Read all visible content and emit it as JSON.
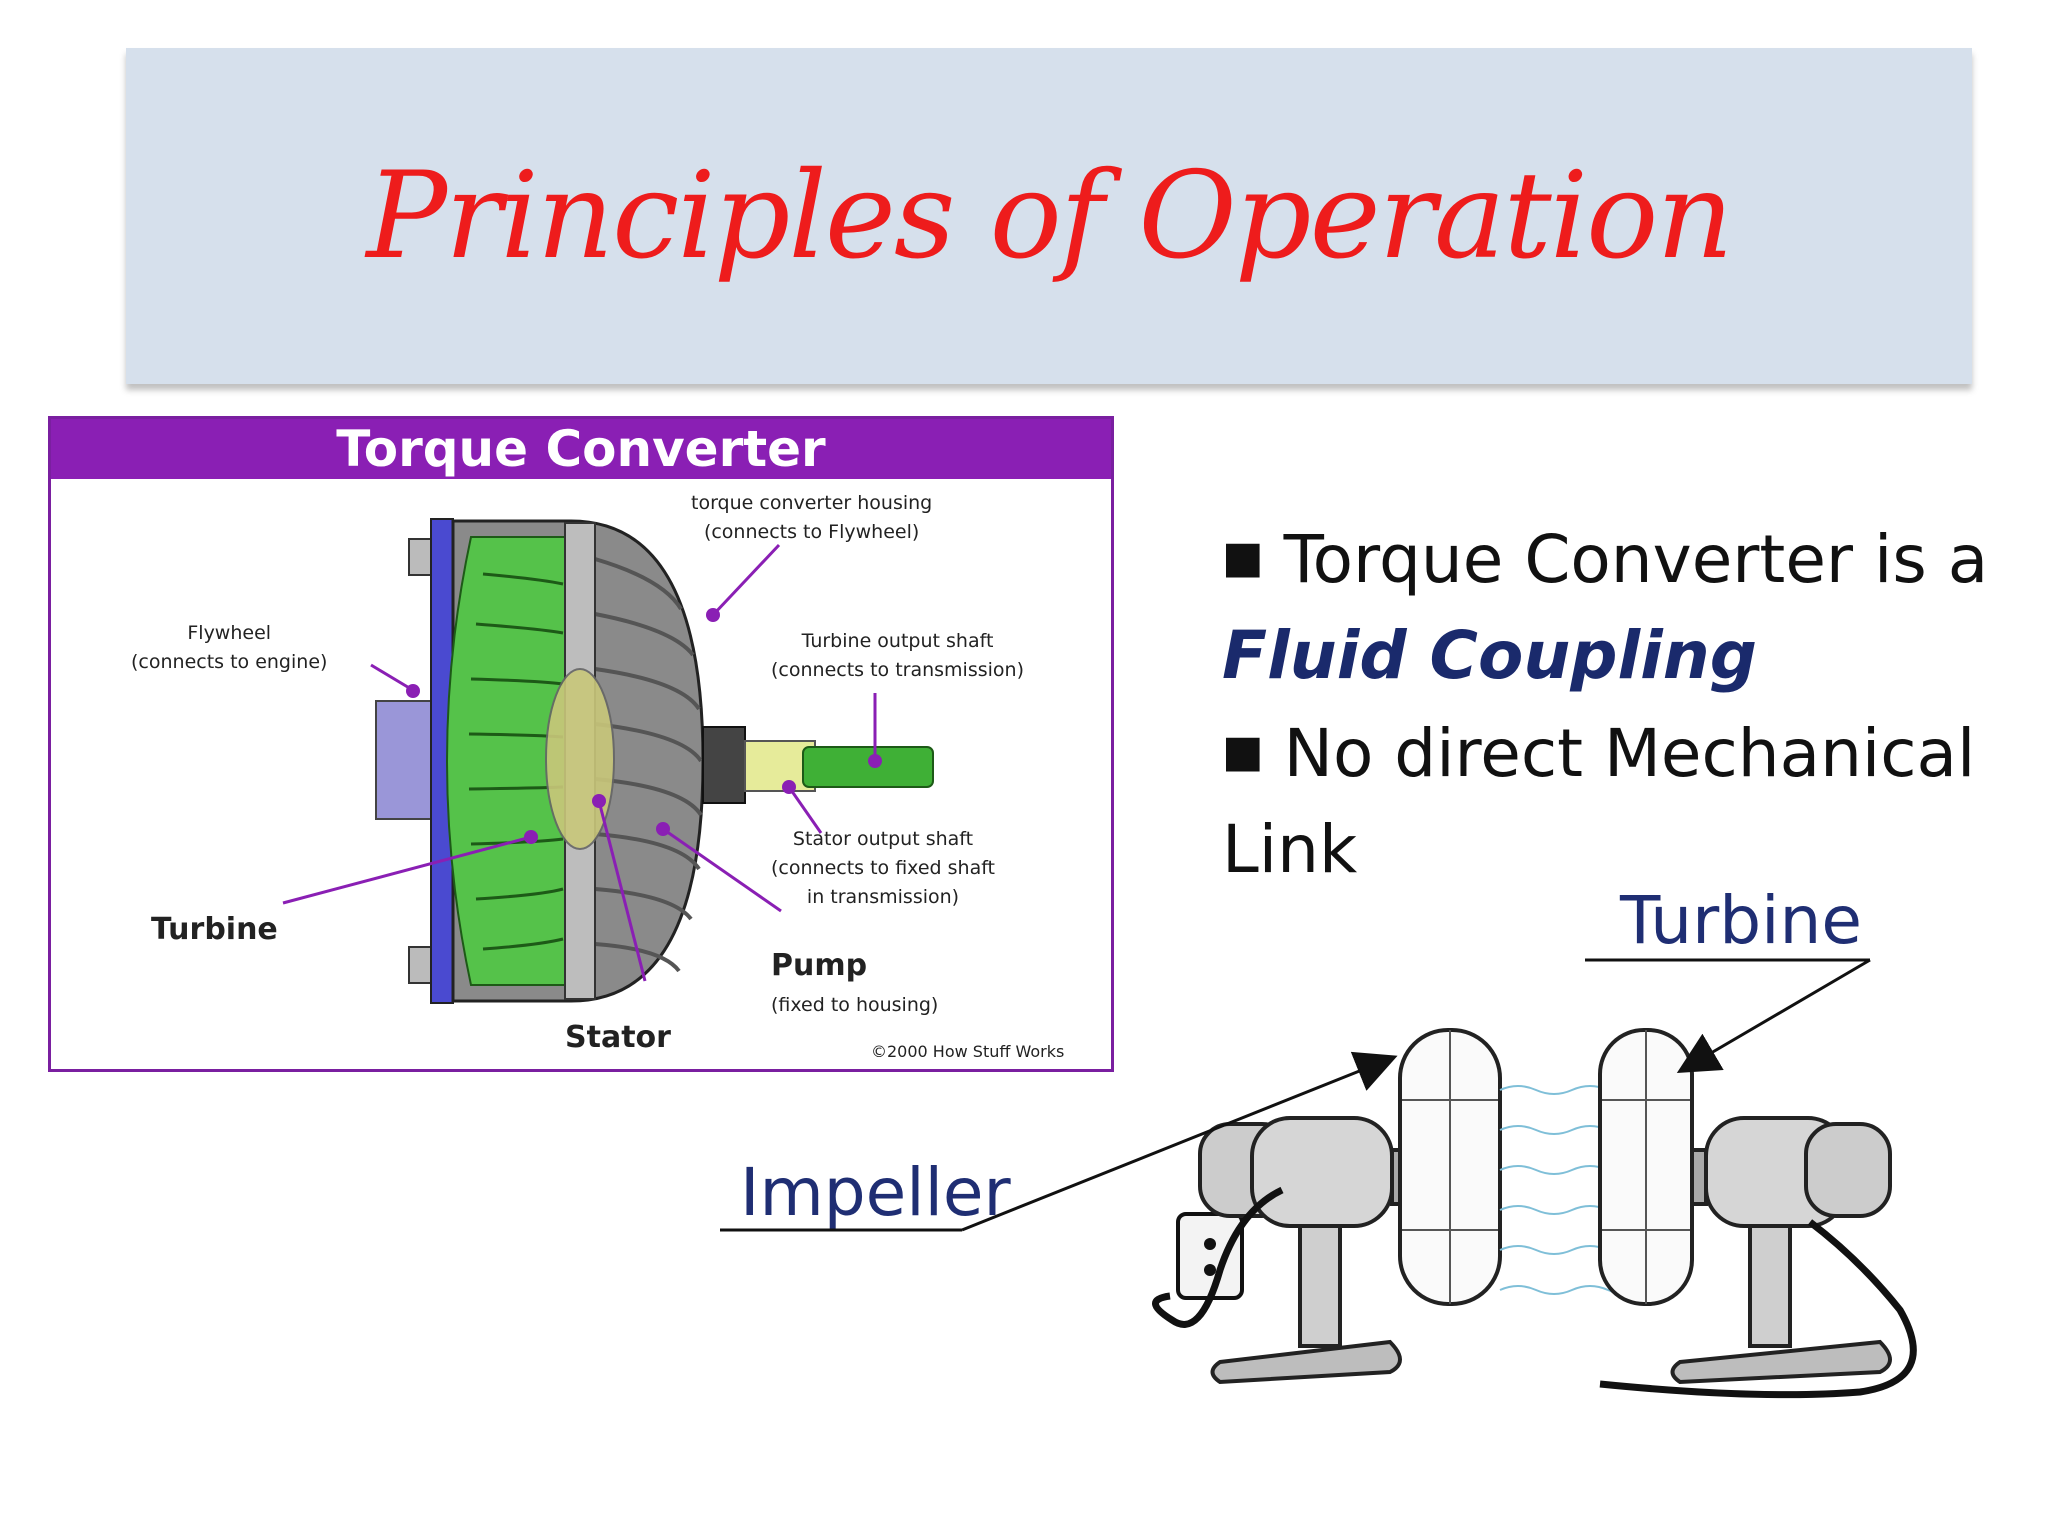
{
  "slide": {
    "title": "Principles of Operation"
  },
  "figure": {
    "header": "Torque Converter",
    "labels": {
      "housing_1": "torque converter housing",
      "housing_2": "(connects to Flywheel)",
      "flywheel_1": "Flywheel",
      "flywheel_2": "(connects to engine)",
      "turbine_shaft_1": "Turbine output shaft",
      "turbine_shaft_2": "(connects to transmission)",
      "stator_shaft_1": "Stator output shaft",
      "stator_shaft_2": "(connects to fixed shaft",
      "stator_shaft_3": "in transmission)",
      "turbine": "Turbine",
      "pump": "Pump",
      "pump_note": "(fixed to housing)",
      "stator": "Stator",
      "copyright": "©2000 How Stuff Works"
    }
  },
  "bullets": [
    {
      "text": "Torque Converter is a",
      "emphasis": "Fluid Coupling"
    },
    {
      "text": "No direct Mechanical Link"
    }
  ],
  "fan_diagram": {
    "turbine_label": "Turbine",
    "impeller_label": "Impeller"
  },
  "colors": {
    "title": "#ee1c1c",
    "title_bg": "#d6e0ec",
    "figure_header": "#8a1fb4",
    "emphasis": "#1a2a6c",
    "fan_labels": "#1f2e73"
  }
}
